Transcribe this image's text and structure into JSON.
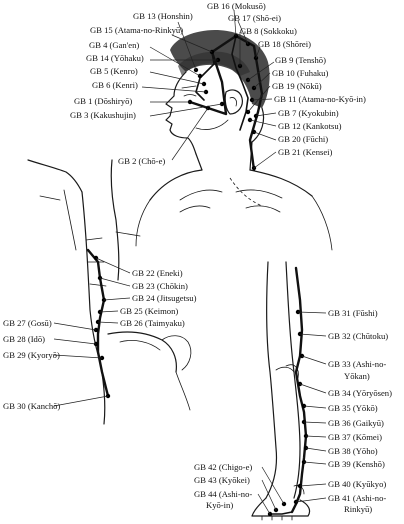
{
  "labels": {
    "gb1": "GB 1 (Dōshiryō)",
    "gb2": "GB 2 (Chō-e)",
    "gb3": "GB 3 (Kakushujin)",
    "gb4": "GB 4 (Gan'en)",
    "gb5": "GB 5 (Kenro)",
    "gb6": "GB 6 (Kenri)",
    "gb7": "GB 7 (Kyokubin)",
    "gb8": "GB 8 (Sokkoku)",
    "gb9": "GB 9 (Tenshō)",
    "gb10": "GB 10 (Fuhaku)",
    "gb11": "GB 11 (Atama-no-Kyō-in)",
    "gb12": "GB 12 (Kankotsu)",
    "gb13": "GB 13 (Honshin)",
    "gb14": "GB 14 (Yōhaku)",
    "gb15": "GB 15 (Atama-no-Rinkyū)",
    "gb16": "GB 16 (Mokusō)",
    "gb17": "GB 17 (Shō-ei)",
    "gb18": "GB 18 (Shōrei)",
    "gb19": "GB 19 (Nōkū)",
    "gb20": "GB 20 (Fūchi)",
    "gb21": "GB 21 (Kensei)",
    "gb22": "GB 22 (Eneki)",
    "gb23": "GB 23 (Chōkin)",
    "gb24": "GB 24 (Jitsugetsu)",
    "gb25": "GB 25 (Keimon)",
    "gb26": "GB 26 (Taimyaku)",
    "gb27": "GB 27 (Gosū)",
    "gb28": "GB 28 (Idō)",
    "gb29": "GB 29 (Kyoryō)",
    "gb30": "GB 30 (Kanchō)",
    "gb31": "GB 31 (Fūshi)",
    "gb32": "GB 32 (Chūtoku)",
    "gb33a": "GB 33 (Ashi-no-",
    "gb33b": "Yōkan)",
    "gb34": "GB 34 (Yōryōsen)",
    "gb35": "GB 35 (Yōkō)",
    "gb36": "GB 36 (Gaikyū)",
    "gb37": "GB 37 (Kōmei)",
    "gb38": "GB 38 (Yōho)",
    "gb39": "GB 39 (Kenshō)",
    "gb40": "GB 40 (Kyūkyo)",
    "gb41a": "GB 41 (Ashi-no-",
    "gb41b": "Rinkyū)",
    "gb42": "GB 42 (Chigo-e)",
    "gb43": "GB 43 (Kyōkei)",
    "gb44a": "GB 44 (Ashi-no-",
    "gb44b": "Kyō-in)"
  }
}
